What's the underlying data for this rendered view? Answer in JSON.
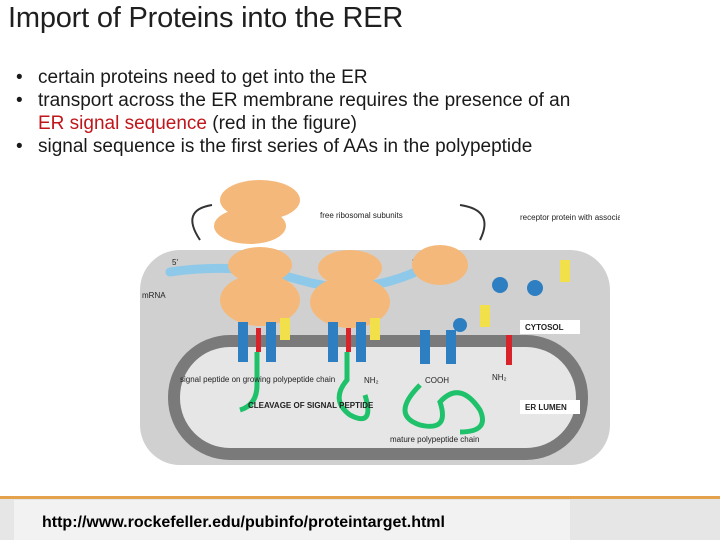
{
  "slide": {
    "title": "Import of Proteins into the RER",
    "bullets": [
      {
        "text": "certain proteins need to get into the ER"
      },
      {
        "text": "transport across the ER membrane requires the presence of an",
        "highlight": "ER signal sequence",
        "rest": " (red in the figure)"
      },
      {
        "text": "signal sequence is the first series of AAs in the polypeptide"
      }
    ],
    "footer_url": "http://www.rockefeller.edu/pubinfo/proteintarget.html"
  },
  "figure": {
    "labels": {
      "free_subunits": "free ribosomal subunits",
      "receptor": "receptor protein with associated pore",
      "five_prime": "5'",
      "three_prime": "3'",
      "mrna": "mRNA",
      "cytosol": "CYTOSOL",
      "er_lumen": "ER LUMEN",
      "signal_peptide": "signal peptide on growing polypeptide chain",
      "cleavage": "CLEAVAGE OF SIGNAL PEPTIDE",
      "nh2_1": "NH₂",
      "cooh": "COOH",
      "nh2_2": "NH₂",
      "mature": "mature polypeptide chain"
    },
    "colors": {
      "ribosome": "#f4b97a",
      "membrane": "#7a7a7a",
      "lumen": "#e6e6e6",
      "cytosol_bg": "#c9c9c9",
      "mrna": "#8ec9ea",
      "pore": "#2e7fc2",
      "receptor": "#f1e04a",
      "signal": "#d8232a",
      "chain": "#1fc26a"
    }
  }
}
